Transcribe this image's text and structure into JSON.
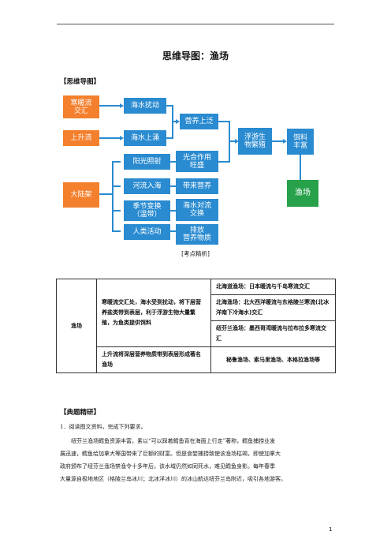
{
  "page": {
    "title": "思维导图：渔场",
    "section_mindmap": "【思维导图】",
    "caption": "[考点精析]",
    "section_example": "【典题精研】",
    "page_number": "1"
  },
  "mindmap": {
    "hanliu": "寒暖流\n交汇",
    "shangsheng": "上升流",
    "dalujia": "大陆架",
    "haishui_raodong": "海水扰动",
    "haishui_shangyong": "海水上涌",
    "yingyang_shangfan": "营养上泛",
    "yangguang": "阳光照射",
    "heliu": "河流入海",
    "jijie": "季节变换\n（温带）",
    "renlei": "人类活动",
    "guanghe": "光合作用\n旺盛",
    "dailai": "带来营养",
    "duiliu": "海水对流\n交换",
    "paifang": "排放\n营养物质",
    "fuyou": "浮游生\n物繁殖",
    "siliao": "饵料\n丰富",
    "yuchang": "渔场",
    "colors": {
      "orange": "#f47f2c",
      "blue": "#2a8bd0",
      "green": "#27a14a"
    }
  },
  "table": {
    "row1_label": "渔场",
    "row1_cause": "寒暖流交汇处，海水受到扰动，将下层营养盐类带到表层，利于浮游生物大量繁殖，为鱼类提供饵料",
    "row1_ex1": "北海道渔场：日本暖流与千岛寒流交汇",
    "row1_ex2": "北海渔场：北大西洋暖流与东格陵兰寒流(北冰洋南下冷海水)交汇",
    "row1_ex3": "纽芬兰渔场：墨西哥湾暖流与拉布拉多寒流交汇",
    "row2_cause": "上升流将深层营养物质带到表层形成著名渔场",
    "row2_ex": "秘鲁渔场、索马里渔场、本格拉渔场等"
  },
  "question": {
    "stem": "1．阅读图文资料，完成下列要求。",
    "line1": "纽芬兰渔场鳕鱼资源丰富，素以“可以踩着鳕鱼背在海面上行走”著称，鳕鱼捕捞业发",
    "line2": "展迅速，鳕鱼给加拿大等国带来了巨额的财富。但是食婪捕捞致使该渔场枯竭，即使加拿大",
    "line3": "政府颁布了纽芬兰渔场禁渔令十多年后，该水域仍然如同死水，难见鳕鱼身影。每年春季",
    "line4": "大量源自极地地区（格陵兰岛冰川；北冰洋冰川）的冰山航达纽芬兰岛附近，吸引各地游客。"
  }
}
